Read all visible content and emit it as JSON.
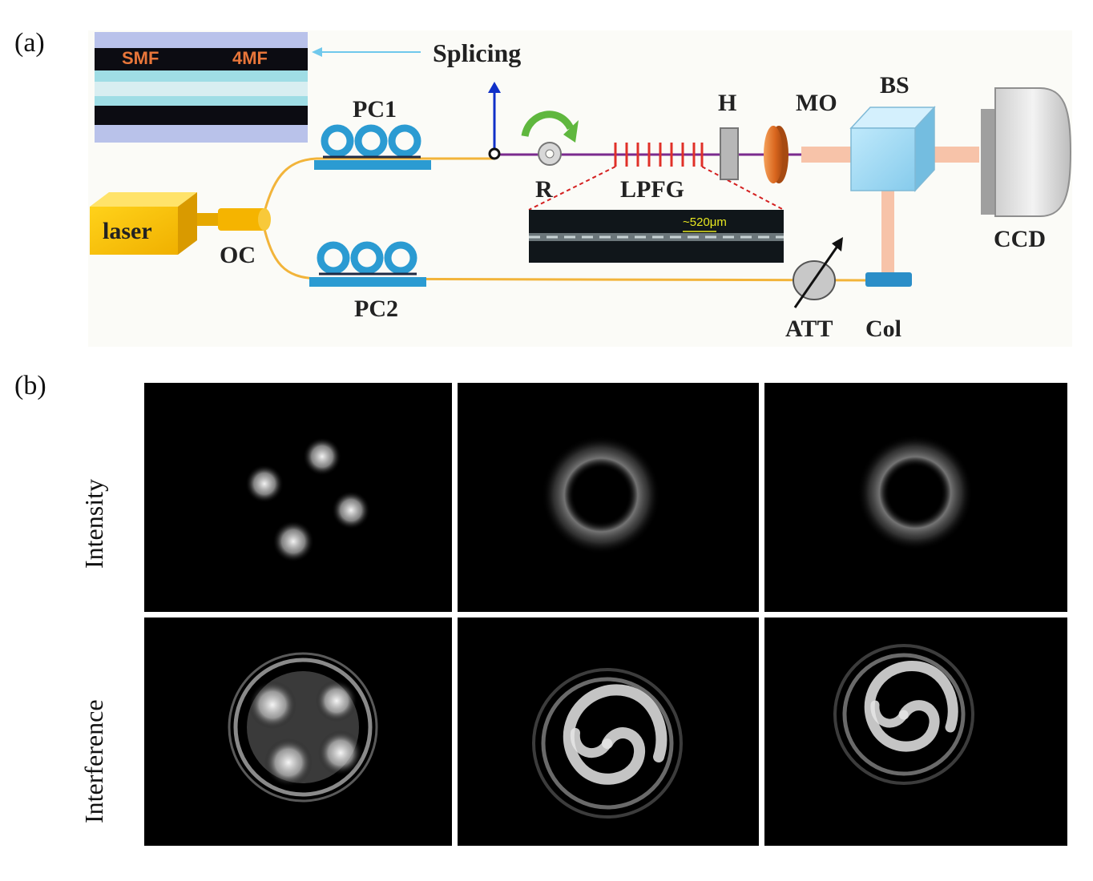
{
  "panel_a": {
    "panel_label": "(a)",
    "labels": {
      "splicing": "Splicing",
      "pc1": "PC1",
      "pc2": "PC2",
      "h": "H",
      "mo": "MO",
      "bs": "BS",
      "ccd": "CCD",
      "r": "R",
      "lpfg": "LPFG",
      "laser": "laser",
      "oc": "OC",
      "att": "ATT",
      "col": "Col"
    },
    "splice_inset": {
      "left": "SMF",
      "right": "4MF"
    },
    "grating_inset": {
      "period": "~520μm"
    }
  },
  "panel_b": {
    "panel_label": "(b)",
    "row_labels": [
      "Intensity",
      "Interference"
    ]
  }
}
